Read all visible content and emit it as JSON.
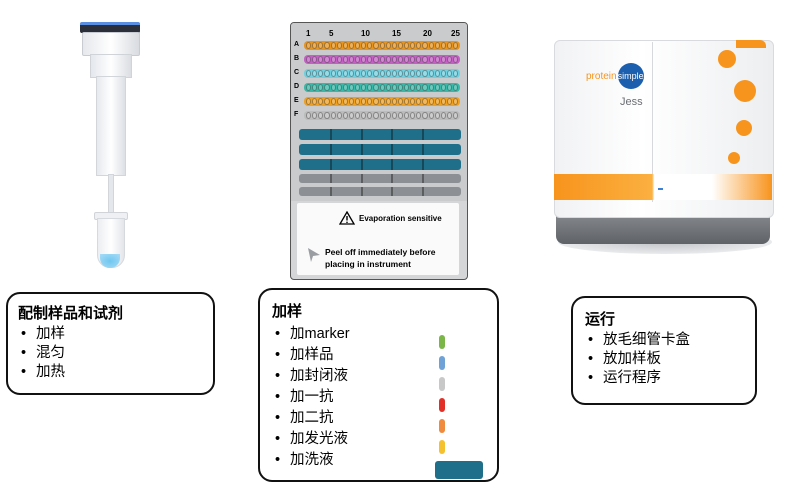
{
  "steps": [
    {
      "title": "配制样品和试剂",
      "items": [
        "加样",
        "混匀",
        "加热"
      ]
    },
    {
      "title": "加样",
      "items": [
        "加marker",
        "加样品",
        "加封闭液",
        "加一抗",
        "加二抗",
        "加发光液",
        "加洗液"
      ]
    },
    {
      "title": "运行",
      "items": [
        "放毛细管卡盒",
        "放加样板",
        "运行程序"
      ]
    }
  ],
  "reagent_colors": [
    "#7ab648",
    "#6fa2d6",
    "#c8c8c8",
    "#e03028",
    "#f08a3c",
    "#f5c12e",
    "#1f6f8b"
  ],
  "plate": {
    "column_numbers": [
      "1",
      "5",
      "10",
      "15",
      "20",
      "25"
    ],
    "row_letters": [
      "A",
      "B",
      "C",
      "D",
      "E",
      "F"
    ],
    "row_colors": [
      "#e8941f",
      "#c45fc4",
      "#6fd0e0",
      "#38b8a8",
      "#f0a020",
      "#bcbcbc"
    ],
    "warning_text": "Evaporation sensitive",
    "peel_text_1": "Peel off immediately before",
    "peel_text_2": "placing in instrument"
  },
  "instrument": {
    "brand_left": "protein",
    "brand_right": "simple",
    "model": "Jess"
  }
}
